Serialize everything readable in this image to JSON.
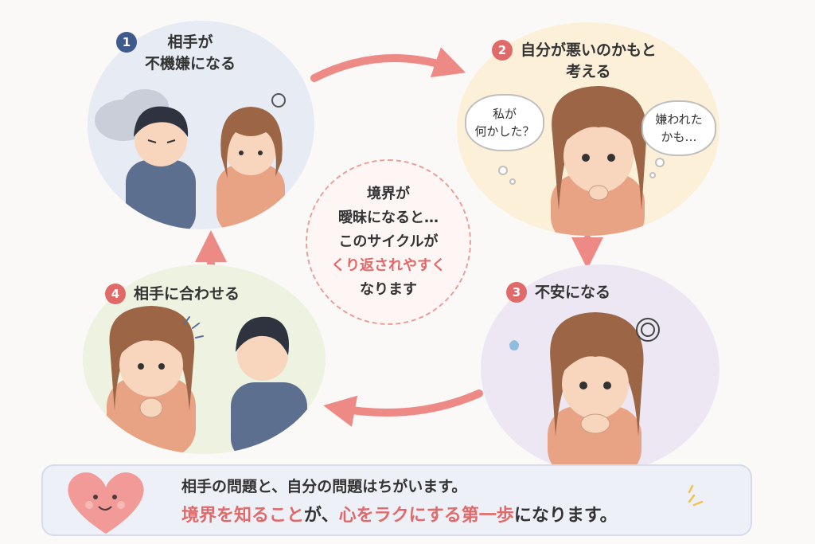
{
  "steps": [
    {
      "num": "1",
      "line1": "相手が",
      "line2": "不機嫌になる",
      "color": "#3f5a8c"
    },
    {
      "num": "2",
      "line1": "自分が悪いのかもと",
      "line2": "考える",
      "color": "#e06a6a"
    },
    {
      "num": "3",
      "line1": "不安になる",
      "color": "#e06a6a"
    },
    {
      "num": "4",
      "line1": "相手に合わせる",
      "color": "#e06a6a"
    }
  ],
  "bubbles": {
    "left": {
      "line1": "私が",
      "line2": "何かした？"
    },
    "right": {
      "line1": "嫌われた",
      "line2": "かも…"
    }
  },
  "center": {
    "line1": "境界が",
    "line2": "曖昧になると…",
    "line3": "このサイクルが",
    "line4_highlight": "くり返されやすく",
    "line5": "なります"
  },
  "banner": {
    "line1": "相手の問題と、自分の問題はちがいます。",
    "line2_part1": "境界を知ること",
    "line2_part2": "が、",
    "line2_part3": "心をラクにする第一歩",
    "line2_part4": "になります。"
  },
  "colors": {
    "accent": "#e06a6a",
    "navy": "#3f5a8c",
    "arrow": "#ee8a86"
  }
}
